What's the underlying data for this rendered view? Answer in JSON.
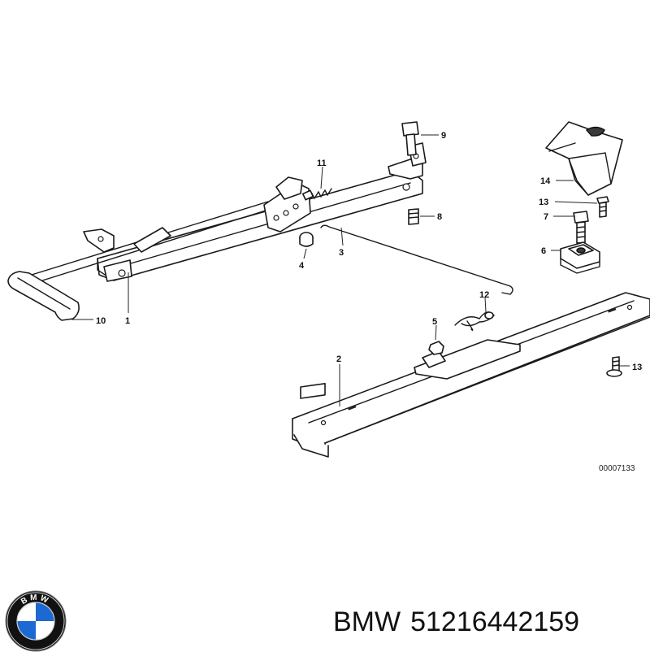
{
  "diagram": {
    "callouts": [
      "1",
      "2",
      "3",
      "4",
      "5",
      "6",
      "7",
      "8",
      "9",
      "10",
      "11",
      "12",
      "13",
      "13",
      "14"
    ],
    "reference_code": "00007133"
  },
  "caption": {
    "brand": "BMW",
    "part_number": "51216442159"
  },
  "logo": {
    "letters": "BMW",
    "colors": {
      "ring": "#111111",
      "blue": "#1c69d4",
      "white": "#ffffff"
    }
  }
}
